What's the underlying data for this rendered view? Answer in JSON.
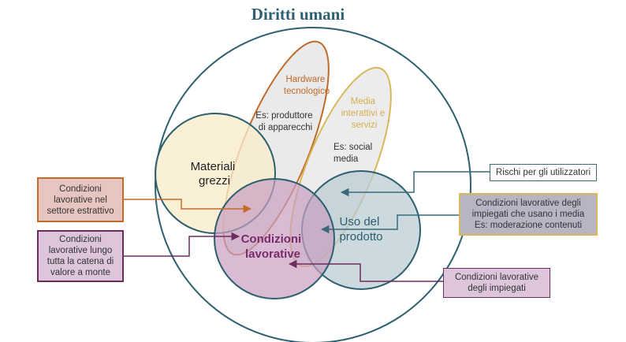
{
  "title": "Diritti umani",
  "colors": {
    "outer": "#2d5f6f",
    "hardware": "#c0692a",
    "media": "#d9b85a",
    "materiali": "#f8eccb",
    "uso": "#c9d6dc",
    "condizioni": "#c9a9c4",
    "condizioni_text": "#7a2a6a",
    "arrow_orange": "#c46b2c",
    "arrow_purple": "#6e2b5c",
    "arrow_teal": "#3a6a78"
  },
  "shapes": {
    "hardware": {
      "title": [
        "Hardware",
        "tecnologico"
      ],
      "example": [
        "Es: produttore",
        "di apparecchi"
      ]
    },
    "media": {
      "title": [
        "Media",
        "interattivi e",
        "servizi"
      ],
      "example": [
        "Es: social",
        "media"
      ]
    },
    "materiali": {
      "label": [
        "Materiali",
        "grezzi"
      ]
    },
    "uso": {
      "label": [
        "Uso del",
        "prodotto"
      ]
    },
    "condizioni": {
      "label": [
        "Condizioni",
        "lavorative"
      ]
    }
  },
  "callouts": {
    "estrattivo": [
      "Condizioni",
      "lavorative nel",
      "settore estrattivo"
    ],
    "catena": [
      "Condizioni",
      "lavorative lungo",
      "tutta la catena di",
      "valore a monte"
    ],
    "rischi": [
      "Rischi per gli utilizzatori"
    ],
    "media_impiegati": [
      "Condizioni lavorative degli",
      "impiegati che usano i media",
      "Es: moderazione contenuti"
    ],
    "impiegati": [
      "Condizioni lavorative",
      "degli impiegati"
    ]
  }
}
